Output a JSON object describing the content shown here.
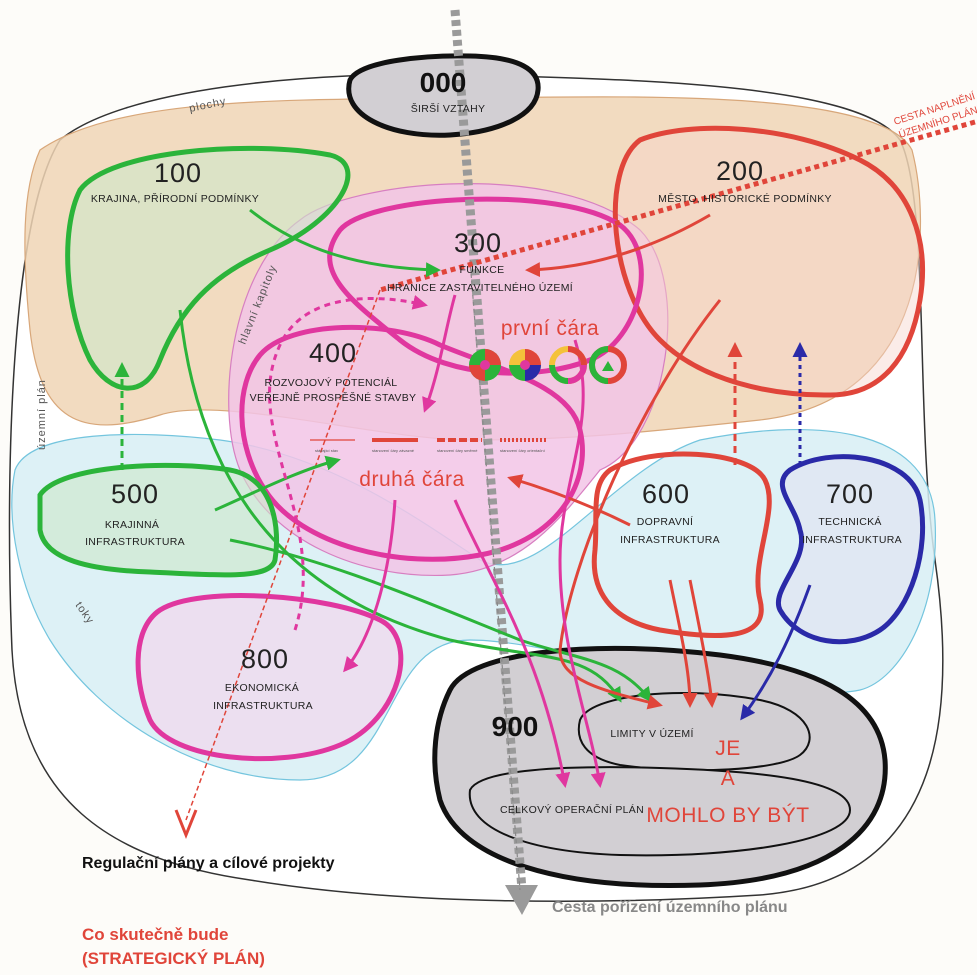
{
  "nodes": {
    "n000": {
      "num": "000",
      "label": "ŠIRŠÍ VZTAHY"
    },
    "n100": {
      "num": "100",
      "label": "KRAJINA, PŘÍRODNÍ PODMÍNKY"
    },
    "n200": {
      "num": "200",
      "label": "MĚSTO, HISTORICKÉ PODMÍNKY"
    },
    "n300": {
      "num": "300",
      "label1": "FUNKCE",
      "label2": "HRANICE ZASTAVITELNÉHO ÚZEMÍ"
    },
    "n400": {
      "num": "400",
      "label1": "ROZVOJOVÝ POTENCIÁL",
      "label2": "VEŘEJNĚ PROSPĚŠNÉ STAVBY"
    },
    "n500": {
      "num": "500",
      "label1": "KRAJINNÁ",
      "label2": "INFRASTRUKTURA"
    },
    "n600": {
      "num": "600",
      "label1": "DOPRAVNÍ",
      "label2": "INFRASTRUKTURA"
    },
    "n700": {
      "num": "700",
      "label1": "TECHNICKÁ",
      "label2": "INFRASTRUKTURA"
    },
    "n800": {
      "num": "800",
      "label1": "EKONOMICKÁ",
      "label2": "INFRASTRUKTURA"
    },
    "n900": {
      "num": "900",
      "limity": "LIMITY V ÚZEMÍ",
      "celkovy": "CELKOVÝ OPERAČNÍ PLÁN"
    }
  },
  "regions": {
    "plochy": "plochy",
    "hlavni_kapitoly": "hlavní kapitoly",
    "uzemni_plan": "územní plán",
    "toky": "toky"
  },
  "cesta_naplneni": {
    "line1": "CESTA NAPLNĚNÍ",
    "line2": "ÚZEMNÍHO PLÁNU"
  },
  "prvni_cara": "první čára",
  "druha_cara": "druhá čára",
  "je_a_mohlo": {
    "line1": "JE",
    "line2": "A",
    "line3": "MOHLO BY BÝT"
  },
  "legend_lines": [
    "stávající stav",
    "stanovení čáry závazné",
    "stanovení čáry směrné",
    "stanovení čáry orientační"
  ],
  "bottom": {
    "regulacni": "Regulační plány a cílové projekty",
    "cesta_porizeni": "Cesta pořízení územního plánu",
    "co_skutecne_1": "Co skutečně bude",
    "co_skutecne_2": "(STRATEGICKÝ PLÁN)"
  },
  "colors": {
    "green": "#2bb43a",
    "red": "#e0453a",
    "magenta": "#e0379f",
    "blue": "#2a2aa8",
    "black": "#111111",
    "grey_arrow": "#9a9a9a",
    "orange_fill": "#f0d5b5",
    "pink_fill": "#f2c4e6",
    "cyan_fill": "#d7eef5"
  }
}
